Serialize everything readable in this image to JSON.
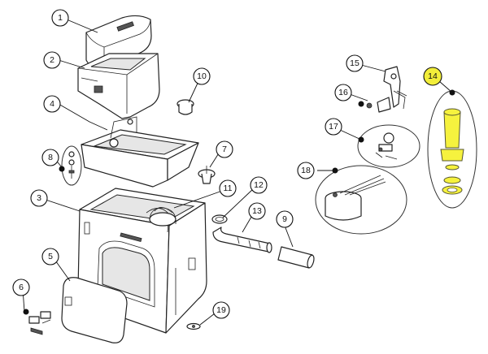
{
  "colors": {
    "highlight": "#f2ee3a",
    "highlight_part": "#f6f23e",
    "line": "#222222",
    "background": "#ffffff"
  },
  "callouts": [
    {
      "id": "c1",
      "label": "1"
    },
    {
      "id": "c2",
      "label": "2"
    },
    {
      "id": "c3",
      "label": "3"
    },
    {
      "id": "c4",
      "label": "4"
    },
    {
      "id": "c5",
      "label": "5"
    },
    {
      "id": "c6",
      "label": "6"
    },
    {
      "id": "c7",
      "label": "7"
    },
    {
      "id": "c8",
      "label": "8"
    },
    {
      "id": "c9",
      "label": "9"
    },
    {
      "id": "c10",
      "label": "10"
    },
    {
      "id": "c11",
      "label": "11"
    },
    {
      "id": "c12",
      "label": "12"
    },
    {
      "id": "c13",
      "label": "13"
    },
    {
      "id": "c14",
      "label": "14",
      "highlighted": true
    },
    {
      "id": "c15",
      "label": "15"
    },
    {
      "id": "c16",
      "label": "16"
    },
    {
      "id": "c17",
      "label": "17"
    },
    {
      "id": "c18",
      "label": "18"
    },
    {
      "id": "c19",
      "label": "19"
    }
  ]
}
